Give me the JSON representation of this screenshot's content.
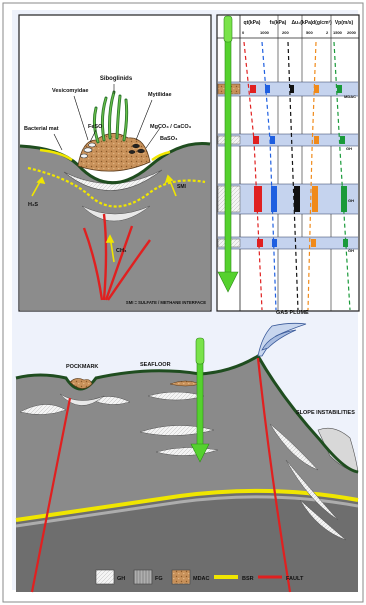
{
  "inset": {
    "labels": {
      "siboglinids": "Siboglinids",
      "vesicomyidae": "Vesicomyidae",
      "mytilidae": "Mytilidae",
      "bacterial_mat": "Bacterial mat",
      "feso": "FeSO",
      "mgco3_caco3": "MgCO₃ / CaCO₃",
      "baso4": "BaSO₄",
      "h2s": "H₂S",
      "smi": "SMI",
      "ch4": "CH₄",
      "footnote": "SMI = SULFATE / METHANE INTERFACE"
    }
  },
  "log_panel": {
    "headers": [
      "qt(kPa)",
      "fs(kPa)",
      "Δu₂(kPa)",
      "d(g/cm³)",
      "Vp(m/s)"
    ],
    "ticks": [
      "0",
      "1000",
      "200",
      "500",
      "2",
      "1500",
      "2000"
    ],
    "zone_labels": [
      "MDAC",
      "GH",
      "GH",
      "GH"
    ]
  },
  "cross_section": {
    "labels": {
      "gas_plume": "GAS PLUME",
      "pockmark": "POCKMARK",
      "seafloor": "SEAFLOOR",
      "slope_instabilities": "SLOPE INSTABILITIES"
    }
  },
  "legend": {
    "items": [
      {
        "label": "GH"
      },
      {
        "label": "FG"
      },
      {
        "label": "MDAC"
      },
      {
        "label": "BSR"
      },
      {
        "label": "FAULT"
      }
    ]
  },
  "colors": {
    "seafloor": "#1f4d1f",
    "sediment": "#808080",
    "water": "#eef2fb",
    "hydrate": "#f2f2f2",
    "bsr": "#f0e600",
    "fault": "#e02020",
    "mdac": "#c8915a",
    "green_arrow": "#55d12e",
    "qt": "#e02020",
    "fs": "#1f5fe0",
    "du2": "#111111",
    "density": "#f08a1a",
    "vp": "#1a9a3a"
  }
}
